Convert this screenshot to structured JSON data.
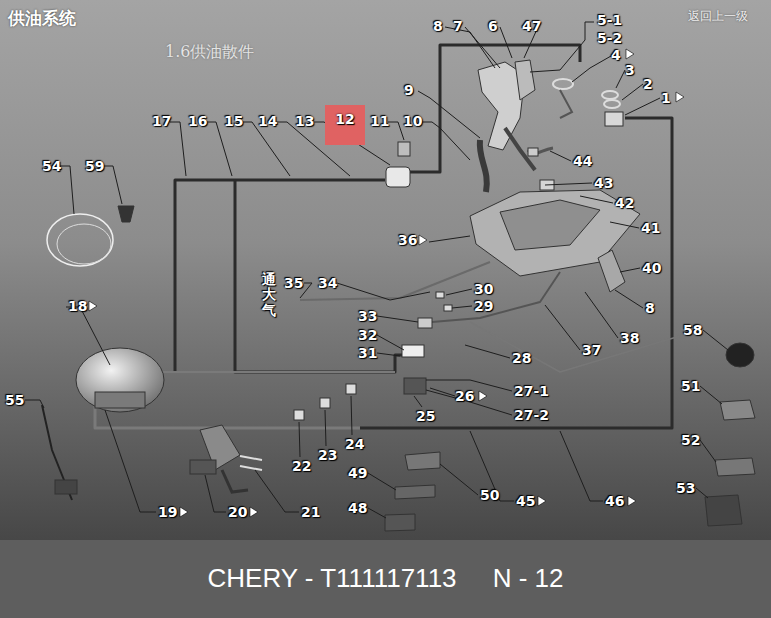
{
  "diagram": {
    "title": "供油系统",
    "caption": "CHERY - T111117113     N - 12",
    "nodes": [
      {
        "text": [
          "12"
        ]
      }
    ],
    "labels": [
      "1.6供油散件",
      "返回上一级",
      "8",
      "7",
      "6",
      "47",
      "5-1",
      "5-2",
      "4",
      "3",
      "2",
      "1",
      "9",
      "17",
      "16",
      "15",
      "14",
      "13",
      "11",
      "10",
      "44",
      "43",
      "42",
      "41",
      "54",
      "59",
      "36",
      "40",
      "8",
      "18",
      "35",
      "通大气",
      "34",
      "30",
      "29",
      "33",
      "32",
      "31",
      "28",
      "37",
      "38",
      "58",
      "26",
      "27-1",
      "27-2",
      "25",
      "51",
      "55",
      "22",
      "23",
      "24",
      "52",
      "53",
      "49",
      "50",
      "19",
      "20",
      "21",
      "48",
      "45",
      "46"
    ]
  }
}
